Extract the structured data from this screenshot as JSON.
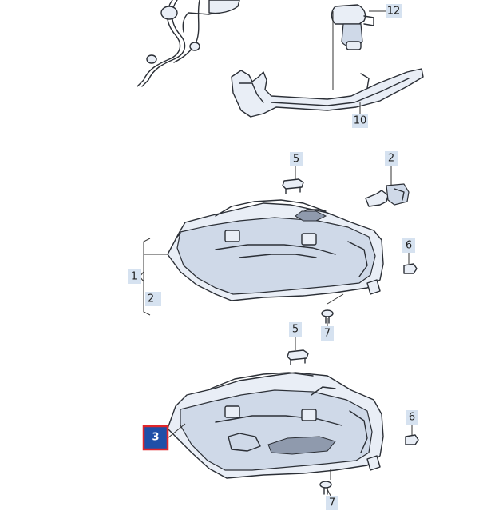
{
  "callouts": {
    "c12": "12",
    "c10": "10",
    "c5a": "5",
    "c2a": "2",
    "c6a": "6",
    "c1": "1",
    "c2b": "2",
    "c7a": "7",
    "c5b": "5",
    "c6b": "6",
    "c3": "3",
    "c7b": "7"
  },
  "colors": {
    "callout_fill": "#d6e2f0",
    "highlight_fill": "#1f4fa8",
    "highlight_border": "#e0262b"
  }
}
